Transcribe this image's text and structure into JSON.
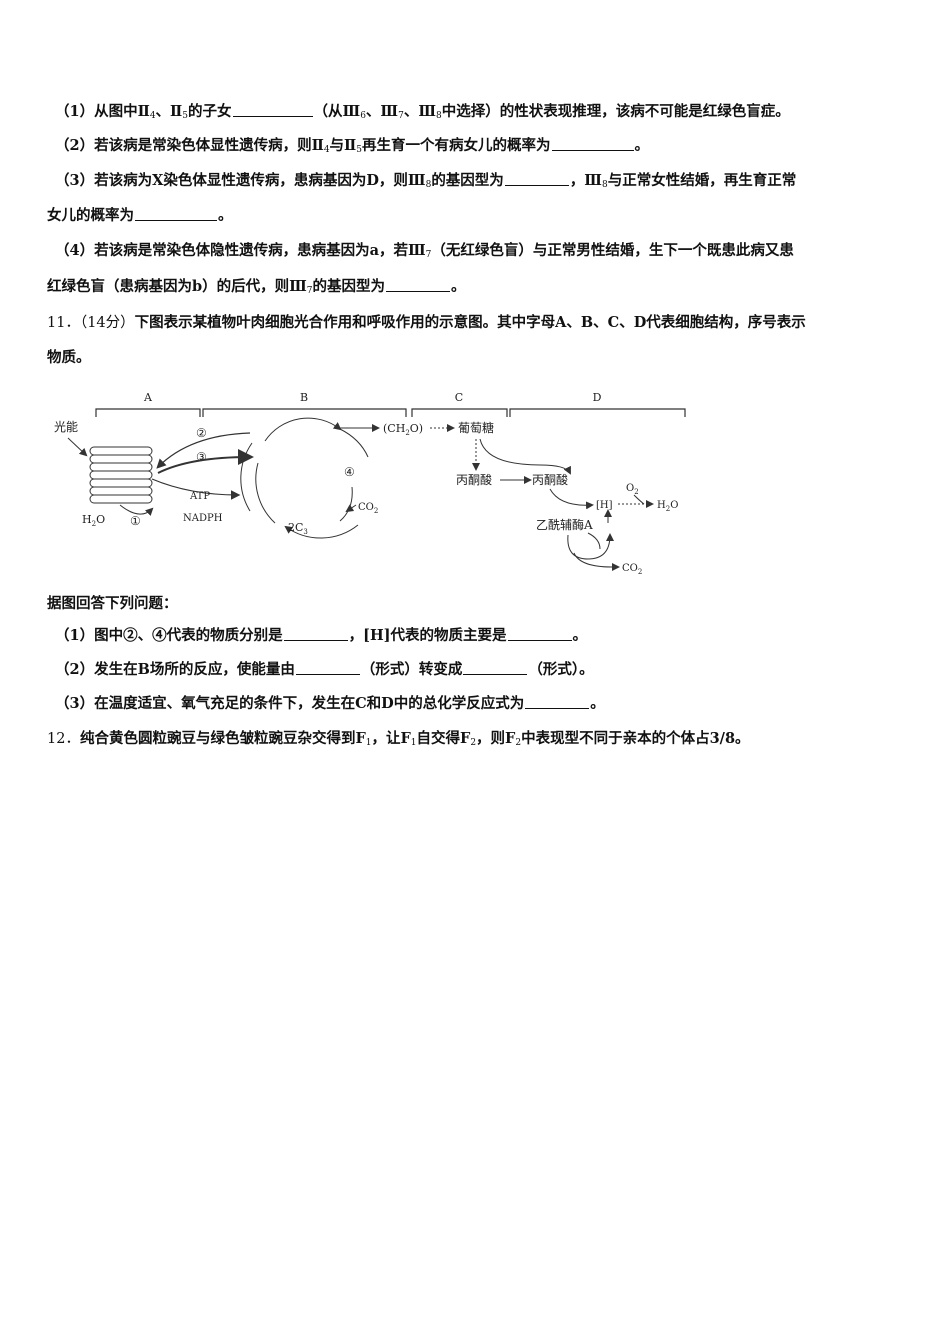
{
  "q10": {
    "p1": {
      "a": "（1）从图中Ⅱ",
      "s1": "4",
      "b": "、Ⅱ",
      "s2": "5",
      "c": "的子女",
      "d": "（从Ⅲ",
      "s3": "6",
      "e": "、Ⅲ",
      "s4": "7",
      "f": "、Ⅲ",
      "s5": "8",
      "g": "中选择）的性状表现推理，该病不可能是红绿色盲症。"
    },
    "p2": {
      "a": "（2）若该病是常染色体显性遗传病，则Ⅱ",
      "s1": "4",
      "b": "与Ⅱ",
      "s2": "5",
      "c": "再生育一个有病女儿的概率为",
      "d": "。"
    },
    "p3": {
      "a": "（3）若该病为X染色体显性遗传病，患病基因为D，则Ⅲ",
      "s1": "8",
      "b": "的基因型为",
      "c": "，Ⅲ",
      "s2": "8",
      "d": "与正常女性结婚，再生育正常"
    },
    "p3b": {
      "a": "女儿的概率为",
      "b": "。"
    },
    "p4": {
      "a": "（4）若该病是常染色体隐性遗传病，患病基因为a，若Ⅲ",
      "s1": "7",
      "b": "（无红绿色盲）与正常男性结婚，生下一个既患此病又患"
    },
    "p4b": {
      "a": "红绿色盲（患病基因为b）的后代，则Ⅲ",
      "s1": "7",
      "b": "的基因型为",
      "c": "。"
    }
  },
  "q11": {
    "num": "11．",
    "score": "（14分）",
    "stem": "下图表示某植物叶肉细胞光合作用和呼吸作用的示意图。其中字母A、B、C、D代表细胞结构，序号表示",
    "stem2": "物质。",
    "intro": "据图回答下列问题：",
    "p1": {
      "a": "（1）图中②、④代表的物质分别是",
      "b": "，[H]代表的物质主要是",
      "c": "。"
    },
    "p2": {
      "a": "（2）发生在B场所的反应，使能量由",
      "b": "（形式）转变成",
      "c": "（形式）。"
    },
    "p3": {
      "a": "（3）在温度适宜、氧气充足的条件下，发生在C和D中的总化学反应式为",
      "b": "。"
    }
  },
  "q12": {
    "num": "12．",
    "a": "纯合黄色圆粒豌豆与绿色皱粒豌豆杂交得到F",
    "s1": "1",
    "b": "，让F",
    "s2": "1",
    "c": "自交得F",
    "s3": "2",
    "d": "，则F",
    "s4": "2",
    "e": "中表现型不同于亲本的个体占3/8。"
  },
  "diagram": {
    "A": "A",
    "B": "B",
    "C": "C",
    "D": "D",
    "light": "光能",
    "water": "H",
    "water_sub": "2",
    "water_o": "O",
    "c1": "①",
    "c2": "②",
    "c3": "③",
    "c4": "④",
    "atp": "ATP",
    "nadph": "NADPH",
    "c3c": "2C",
    "c3sub": "3",
    "co2": "CO",
    "co2sub": "2",
    "ch2o": "(CH",
    "ch2o_sub": "2",
    "ch2o_end": "O)",
    "glucose": "葡萄糖",
    "pyr1": "丙酮酸",
    "pyr2": "丙酮酸",
    "h": "[H]",
    "o2": "O",
    "o2sub": "2",
    "h2o": "H",
    "h2osub": "2",
    "h2oend": "O",
    "acoa": "乙酰辅酶A",
    "co2b": "CO",
    "co2bsub": "2"
  }
}
